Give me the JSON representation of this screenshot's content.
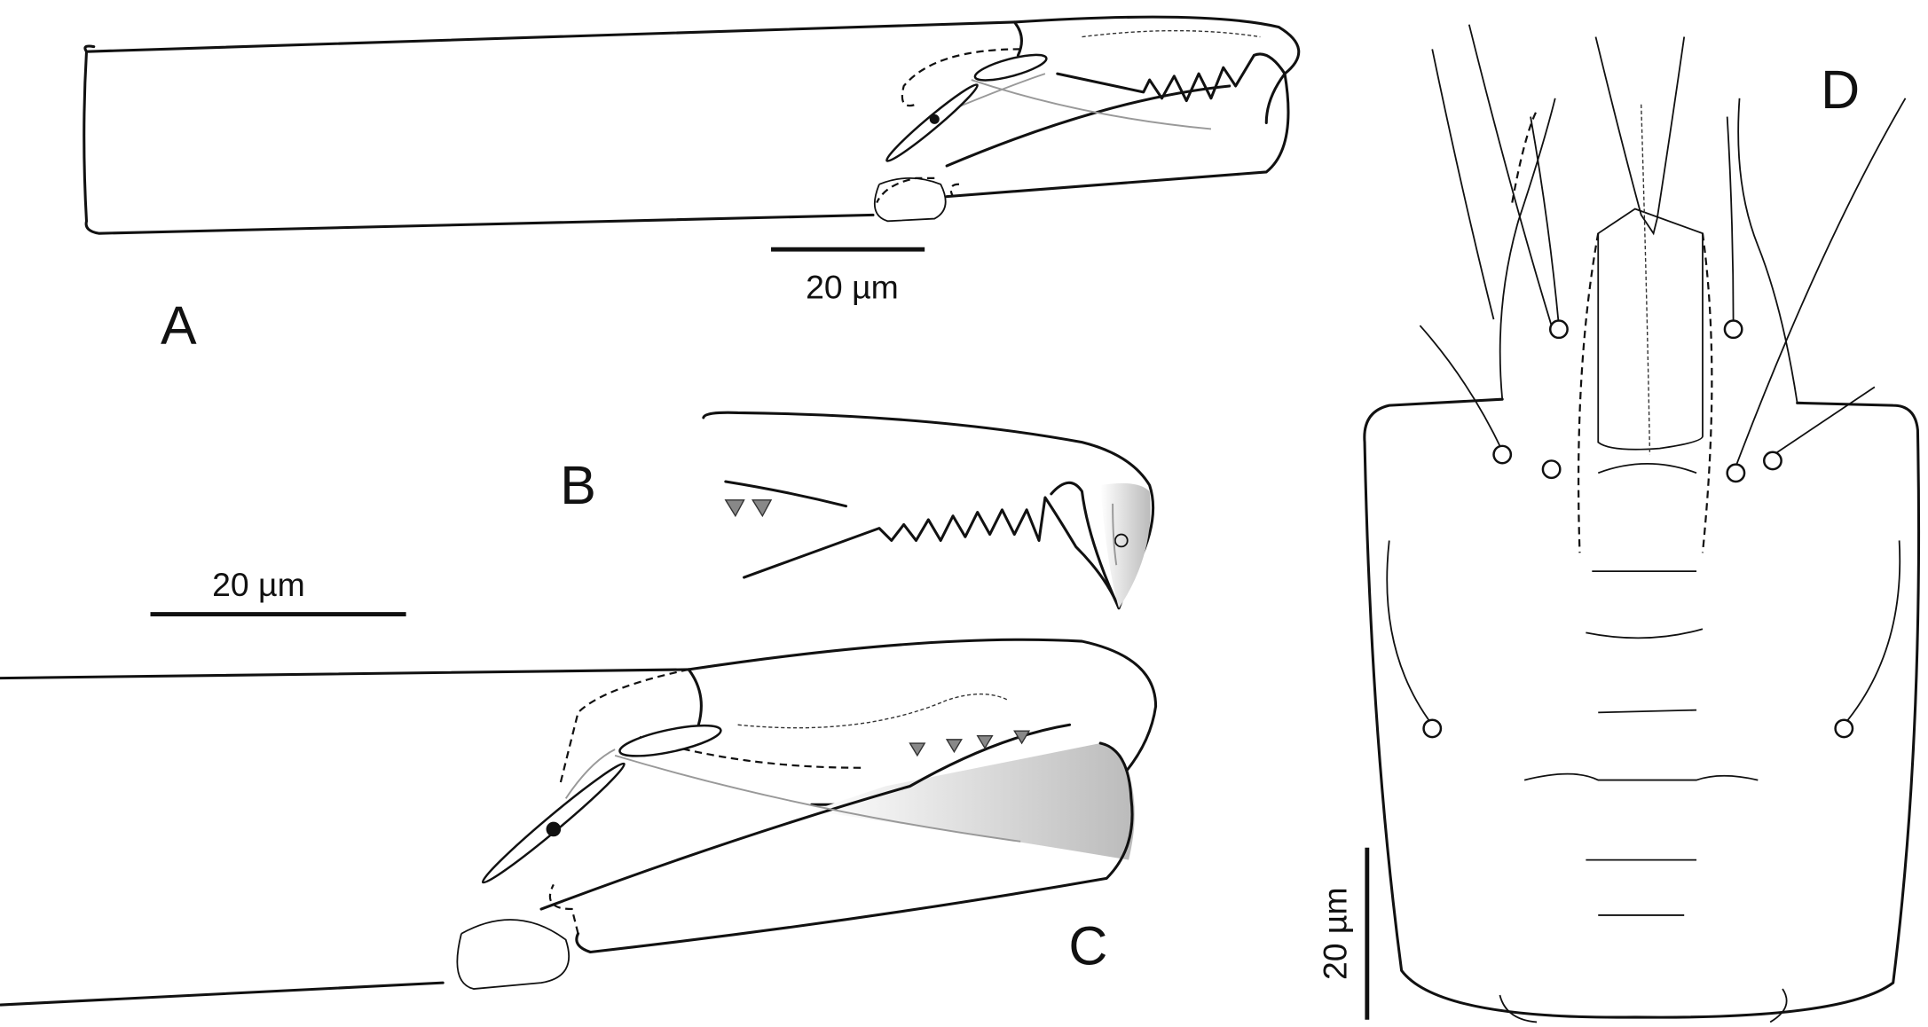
{
  "panels": {
    "a": {
      "label": "A",
      "scale": "20 µm"
    },
    "b": {
      "label": "B",
      "scale": "20 µm"
    },
    "c": {
      "label": "C"
    },
    "d": {
      "label": "D",
      "scale": "20 µm"
    }
  }
}
